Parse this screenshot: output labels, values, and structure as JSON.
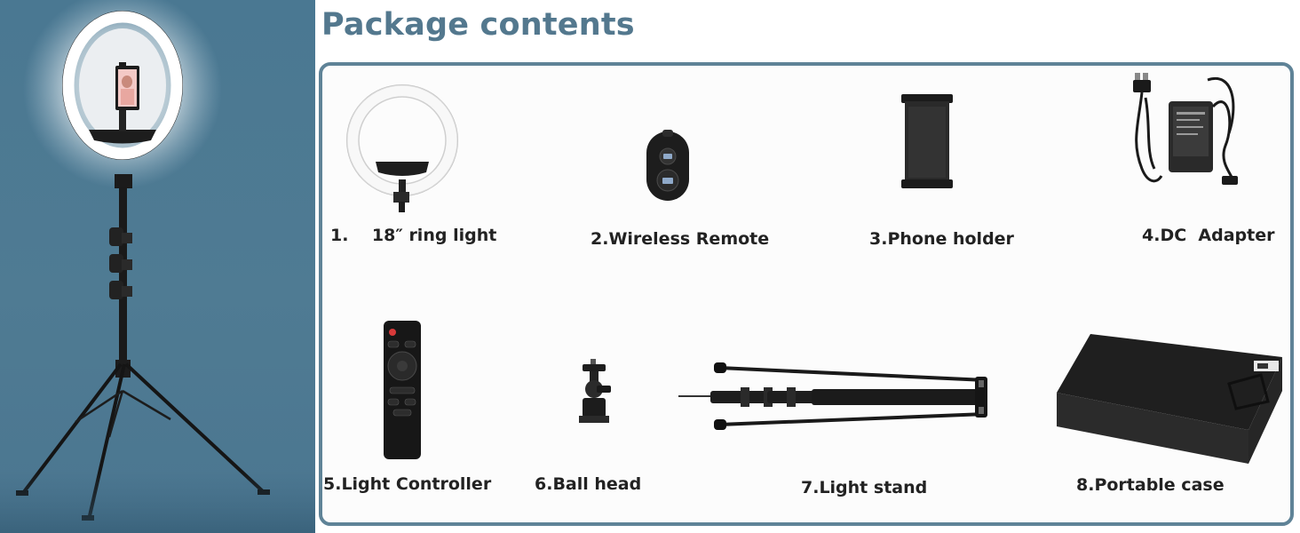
{
  "title": "Package contents",
  "items": [
    {
      "label": "1.    18″ ring light",
      "icon": "ring-light-icon"
    },
    {
      "label": "2.Wireless Remote",
      "icon": "wireless-remote-icon"
    },
    {
      "label": "3.Phone holder",
      "icon": "phone-holder-icon"
    },
    {
      "label": "4.DC  Adapter",
      "icon": "dc-adapter-icon"
    },
    {
      "label": "5.Light Controller",
      "icon": "light-controller-icon"
    },
    {
      "label": "6.Ball head",
      "icon": "ball-head-icon"
    },
    {
      "label": "7.Light stand",
      "icon": "light-stand-icon"
    },
    {
      "label": "8.Portable case",
      "icon": "portable-case-icon"
    }
  ],
  "colors": {
    "panel": "#4f7b93",
    "title": "#53788e",
    "border": "#5f8397",
    "label": "#222222"
  }
}
